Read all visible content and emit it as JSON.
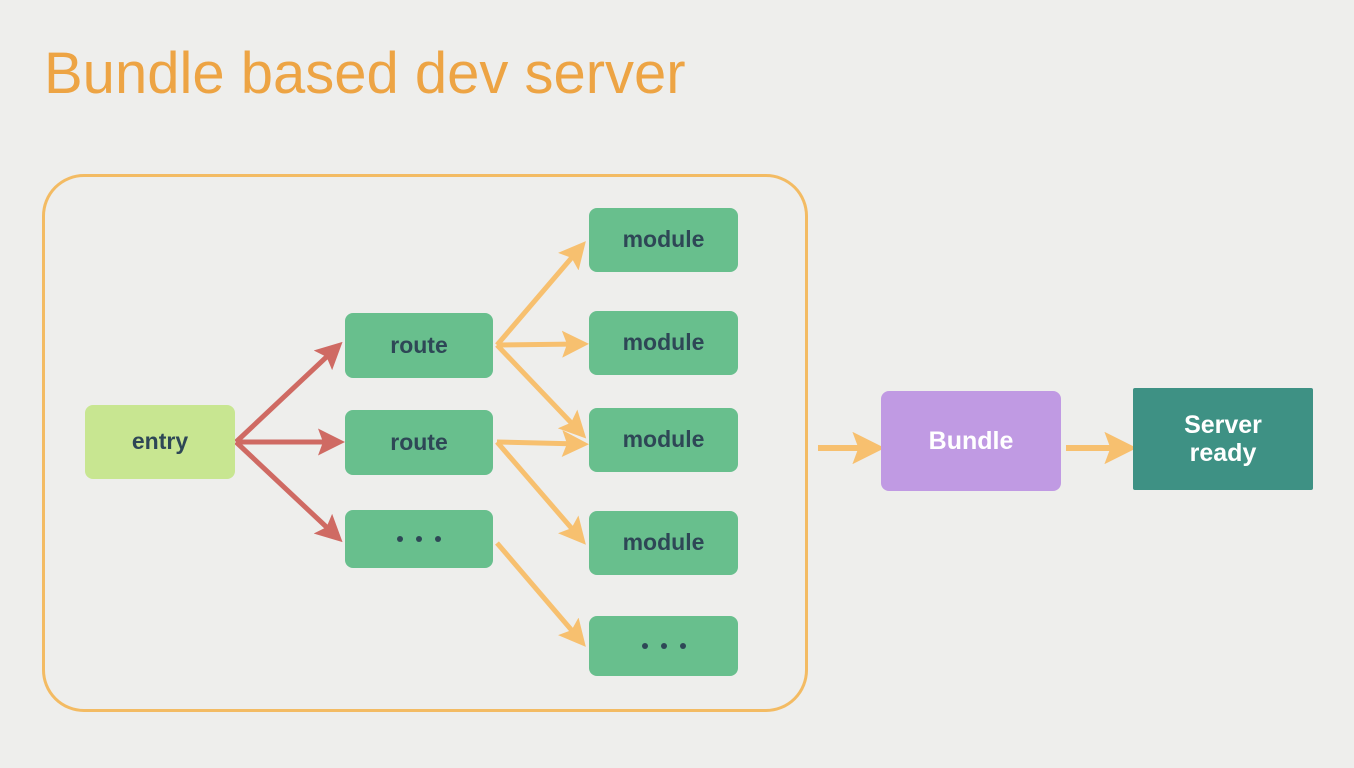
{
  "page": {
    "title": "Bundle based dev server",
    "background_color": "#eeeeec"
  },
  "colors": {
    "title": "#eda444",
    "container_border": "#f3bb63",
    "entry_fill": "#c8e691",
    "node_green_fill": "#68bf8d",
    "node_text": "#2e4756",
    "bundle_fill": "#c09ae3",
    "server_fill": "#3e9184",
    "arrow_red": "#cf6a63",
    "arrow_orange": "#f7c06f"
  },
  "diagram": {
    "container_label": "bundle-graph-group",
    "nodes": {
      "entry": {
        "label": "entry"
      },
      "route_1": {
        "label": "route"
      },
      "route_2": {
        "label": "route"
      },
      "route_more": {
        "label": "..."
      },
      "module_1": {
        "label": "module"
      },
      "module_2": {
        "label": "module"
      },
      "module_3": {
        "label": "module"
      },
      "module_4": {
        "label": "module"
      },
      "module_more": {
        "label": "..."
      },
      "bundle": {
        "label": "Bundle"
      },
      "server_ready": {
        "line1": "Server",
        "line2": "ready"
      }
    },
    "edges": [
      {
        "from": "entry",
        "to": "route_1",
        "color": "red"
      },
      {
        "from": "entry",
        "to": "route_2",
        "color": "red"
      },
      {
        "from": "entry",
        "to": "route_more",
        "color": "red"
      },
      {
        "from": "route_1",
        "to": "module_1",
        "color": "orange"
      },
      {
        "from": "route_1",
        "to": "module_2",
        "color": "orange"
      },
      {
        "from": "route_1",
        "to": "module_3",
        "color": "orange"
      },
      {
        "from": "route_2",
        "to": "module_3",
        "color": "orange"
      },
      {
        "from": "route_2",
        "to": "module_4",
        "color": "orange"
      },
      {
        "from": "route_more",
        "to": "module_more",
        "color": "orange"
      },
      {
        "from": "graph_container",
        "to": "bundle",
        "color": "orange"
      },
      {
        "from": "bundle",
        "to": "server_ready",
        "color": "orange"
      }
    ]
  }
}
